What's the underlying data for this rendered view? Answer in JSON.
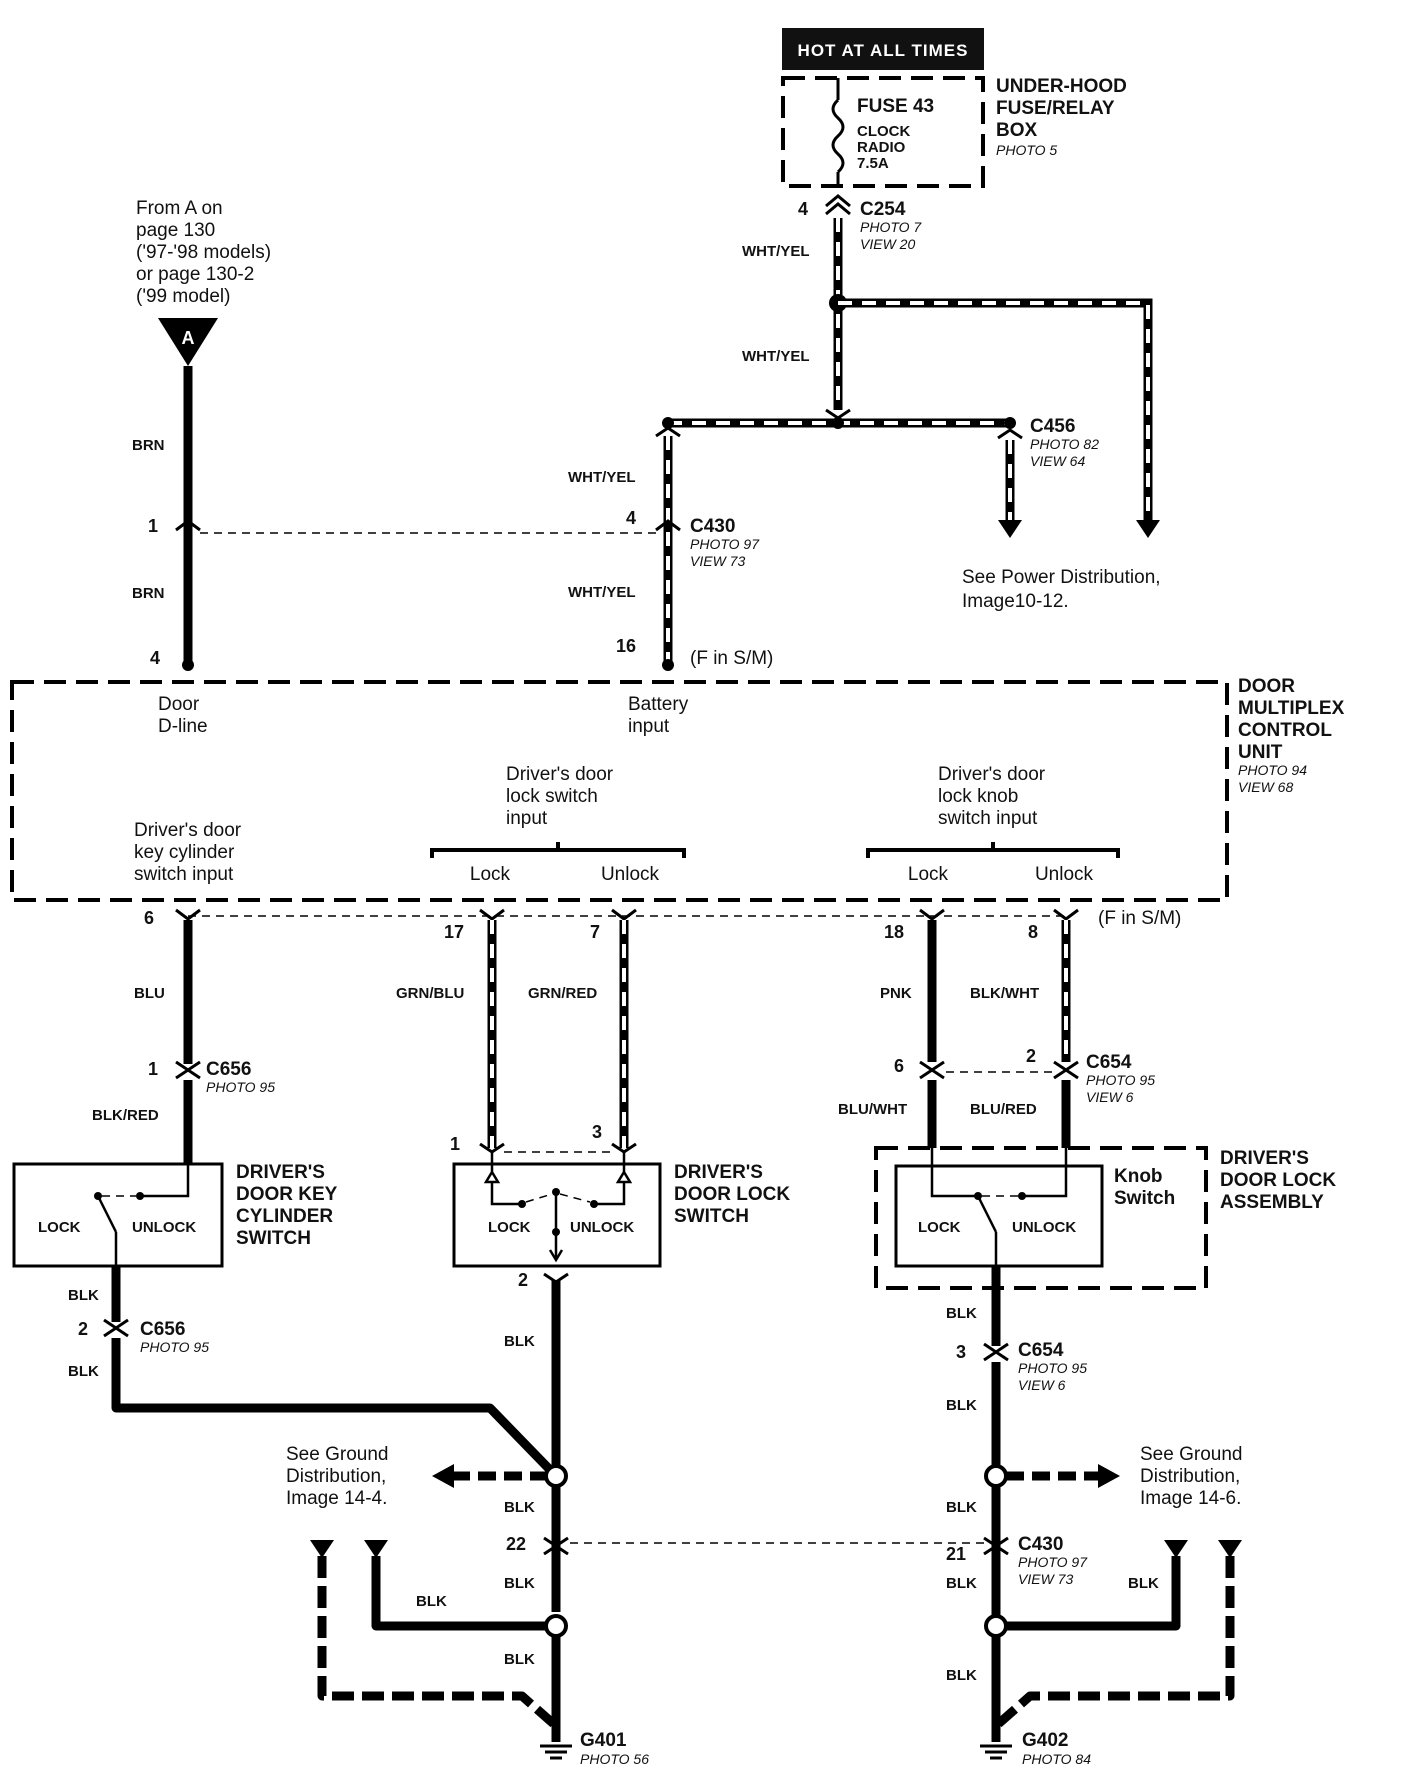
{
  "header": {
    "hot_label": "HOT AT ALL TIMES"
  },
  "fuse_box": {
    "fuse": "FUSE 43",
    "circuit_1": "CLOCK",
    "circuit_2": "RADIO",
    "rating": "7.5A",
    "title_1": "UNDER-HOOD",
    "title_2": "FUSE/RELAY",
    "title_3": "BOX",
    "photo": "PHOTO 5"
  },
  "source_note": {
    "line1": "From A on",
    "line2": "page 130",
    "line3": "('97-'98 models)",
    "line4": "or page 130-2",
    "line5": "('99 model)",
    "marker": "A"
  },
  "connectors": {
    "c254": {
      "name": "C254",
      "photo": "PHOTO 7",
      "view": "VIEW 20",
      "pin": "4"
    },
    "c456": {
      "name": "C456",
      "photo": "PHOTO 82",
      "view": "VIEW 64"
    },
    "c430_top": {
      "name": "C430",
      "photo": "PHOTO 97",
      "view": "VIEW 73",
      "pin_left": "1",
      "pin_right": "4"
    },
    "c656_top": {
      "name": "C656",
      "photo": "PHOTO 95",
      "pin": "1"
    },
    "c656_bot": {
      "name": "C656",
      "photo": "PHOTO 95",
      "pin": "2"
    },
    "c654_top": {
      "name": "C654",
      "photo": "PHOTO 95",
      "view": "VIEW 6",
      "pin_left": "6",
      "pin_right": "2"
    },
    "c654_bot": {
      "name": "C654",
      "photo": "PHOTO 95",
      "view": "VIEW 6",
      "pin": "3"
    },
    "c430_bot": {
      "name": "C430",
      "photo": "PHOTO 97",
      "view": "VIEW 73",
      "pin_left": "22",
      "pin_right": "21"
    }
  },
  "wires": {
    "wht_yel": "WHT/YEL",
    "brn": "BRN",
    "blu": "BLU",
    "blk_red": "BLK/RED",
    "grn_blu": "GRN/BLU",
    "grn_red": "GRN/RED",
    "pnk": "PNK",
    "blk_wht": "BLK/WHT",
    "blu_wht": "BLU/WHT",
    "blu_red": "BLU/RED",
    "blk": "BLK"
  },
  "power_note": {
    "line1": "See Power Distribution,",
    "line2": "Image10-12."
  },
  "control_unit": {
    "title_1": "DOOR",
    "title_2": "MULTIPLEX",
    "title_3": "CONTROL",
    "title_4": "UNIT",
    "photo": "PHOTO 94",
    "view": "VIEW 68",
    "fsm_top": "(F in S/M)",
    "fsm_bottom": "(F in S/M)",
    "pin_dline": "4",
    "pin_batt": "16",
    "door_dline_1": "Door",
    "door_dline_2": "D-line",
    "batt_1": "Battery",
    "batt_2": "input",
    "keycyl_1": "Driver's door",
    "keycyl_2": "key cylinder",
    "keycyl_3": "switch input",
    "lockswitch_1": "Driver's door",
    "lockswitch_2": "lock switch",
    "lockswitch_3": "input",
    "knob_1": "Driver's door",
    "knob_2": "lock knob",
    "knob_3": "switch input",
    "lock": "Lock",
    "unlock": "Unlock",
    "pin_6": "6",
    "pin_17": "17",
    "pin_7": "7",
    "pin_18": "18",
    "pin_8": "8"
  },
  "switches": {
    "key_cyl": {
      "t1": "DRIVER'S",
      "t2": "DOOR KEY",
      "t3": "CYLINDER",
      "t4": "SWITCH",
      "lock": "LOCK",
      "unlock": "UNLOCK"
    },
    "lock_sw": {
      "t1": "DRIVER'S",
      "t2": "DOOR LOCK",
      "t3": "SWITCH",
      "lock": "LOCK",
      "unlock": "UNLOCK",
      "pin1": "1",
      "pin3": "3",
      "pin2": "2"
    },
    "knob": {
      "t1": "DRIVER'S",
      "t2": "DOOR LOCK",
      "t3": "ASSEMBLY",
      "k1": "Knob",
      "k2": "Switch",
      "lock": "LOCK",
      "unlock": "UNLOCK"
    }
  },
  "ground_notes": {
    "left_1": "See Ground",
    "left_2": "Distribution,",
    "left_3": "Image 14-4.",
    "right_1": "See Ground",
    "right_2": "Distribution,",
    "right_3": "Image 14-6."
  },
  "grounds": {
    "g401": {
      "name": "G401",
      "photo": "PHOTO 56"
    },
    "g402": {
      "name": "G402",
      "photo": "PHOTO 84"
    }
  }
}
